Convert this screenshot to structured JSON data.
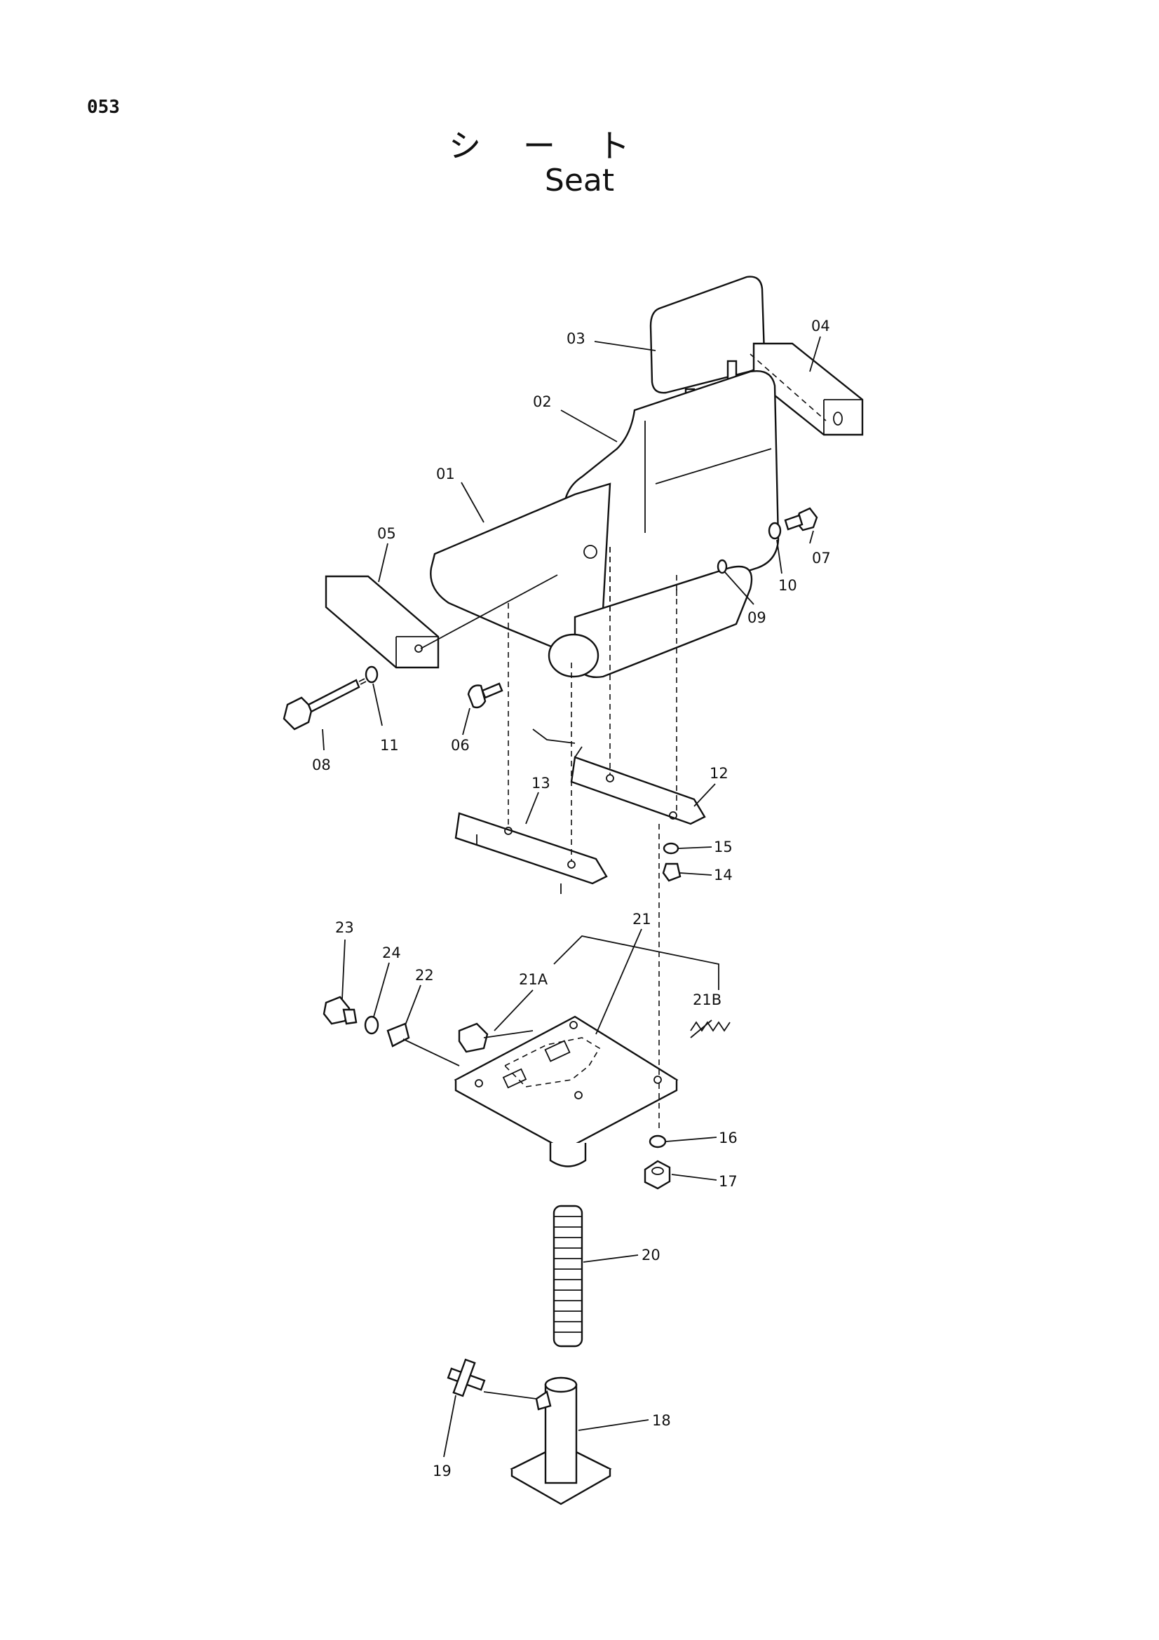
{
  "page_number": "053",
  "title_jp": "シート",
  "title_en": "Seat",
  "parts": {
    "p01": "01",
    "p02": "02",
    "p03": "03",
    "p04": "04",
    "p05": "05",
    "p06": "06",
    "p07": "07",
    "p08": "08",
    "p09": "09",
    "p10": "10",
    "p11": "11",
    "p12": "12",
    "p13": "13",
    "p14": "14",
    "p15": "15",
    "p16": "16",
    "p17": "17",
    "p18": "18",
    "p19": "19",
    "p20": "20",
    "p21": "21",
    "p21A": "21A",
    "p21B": "21B",
    "p22": "22",
    "p23": "23",
    "p24": "24"
  }
}
